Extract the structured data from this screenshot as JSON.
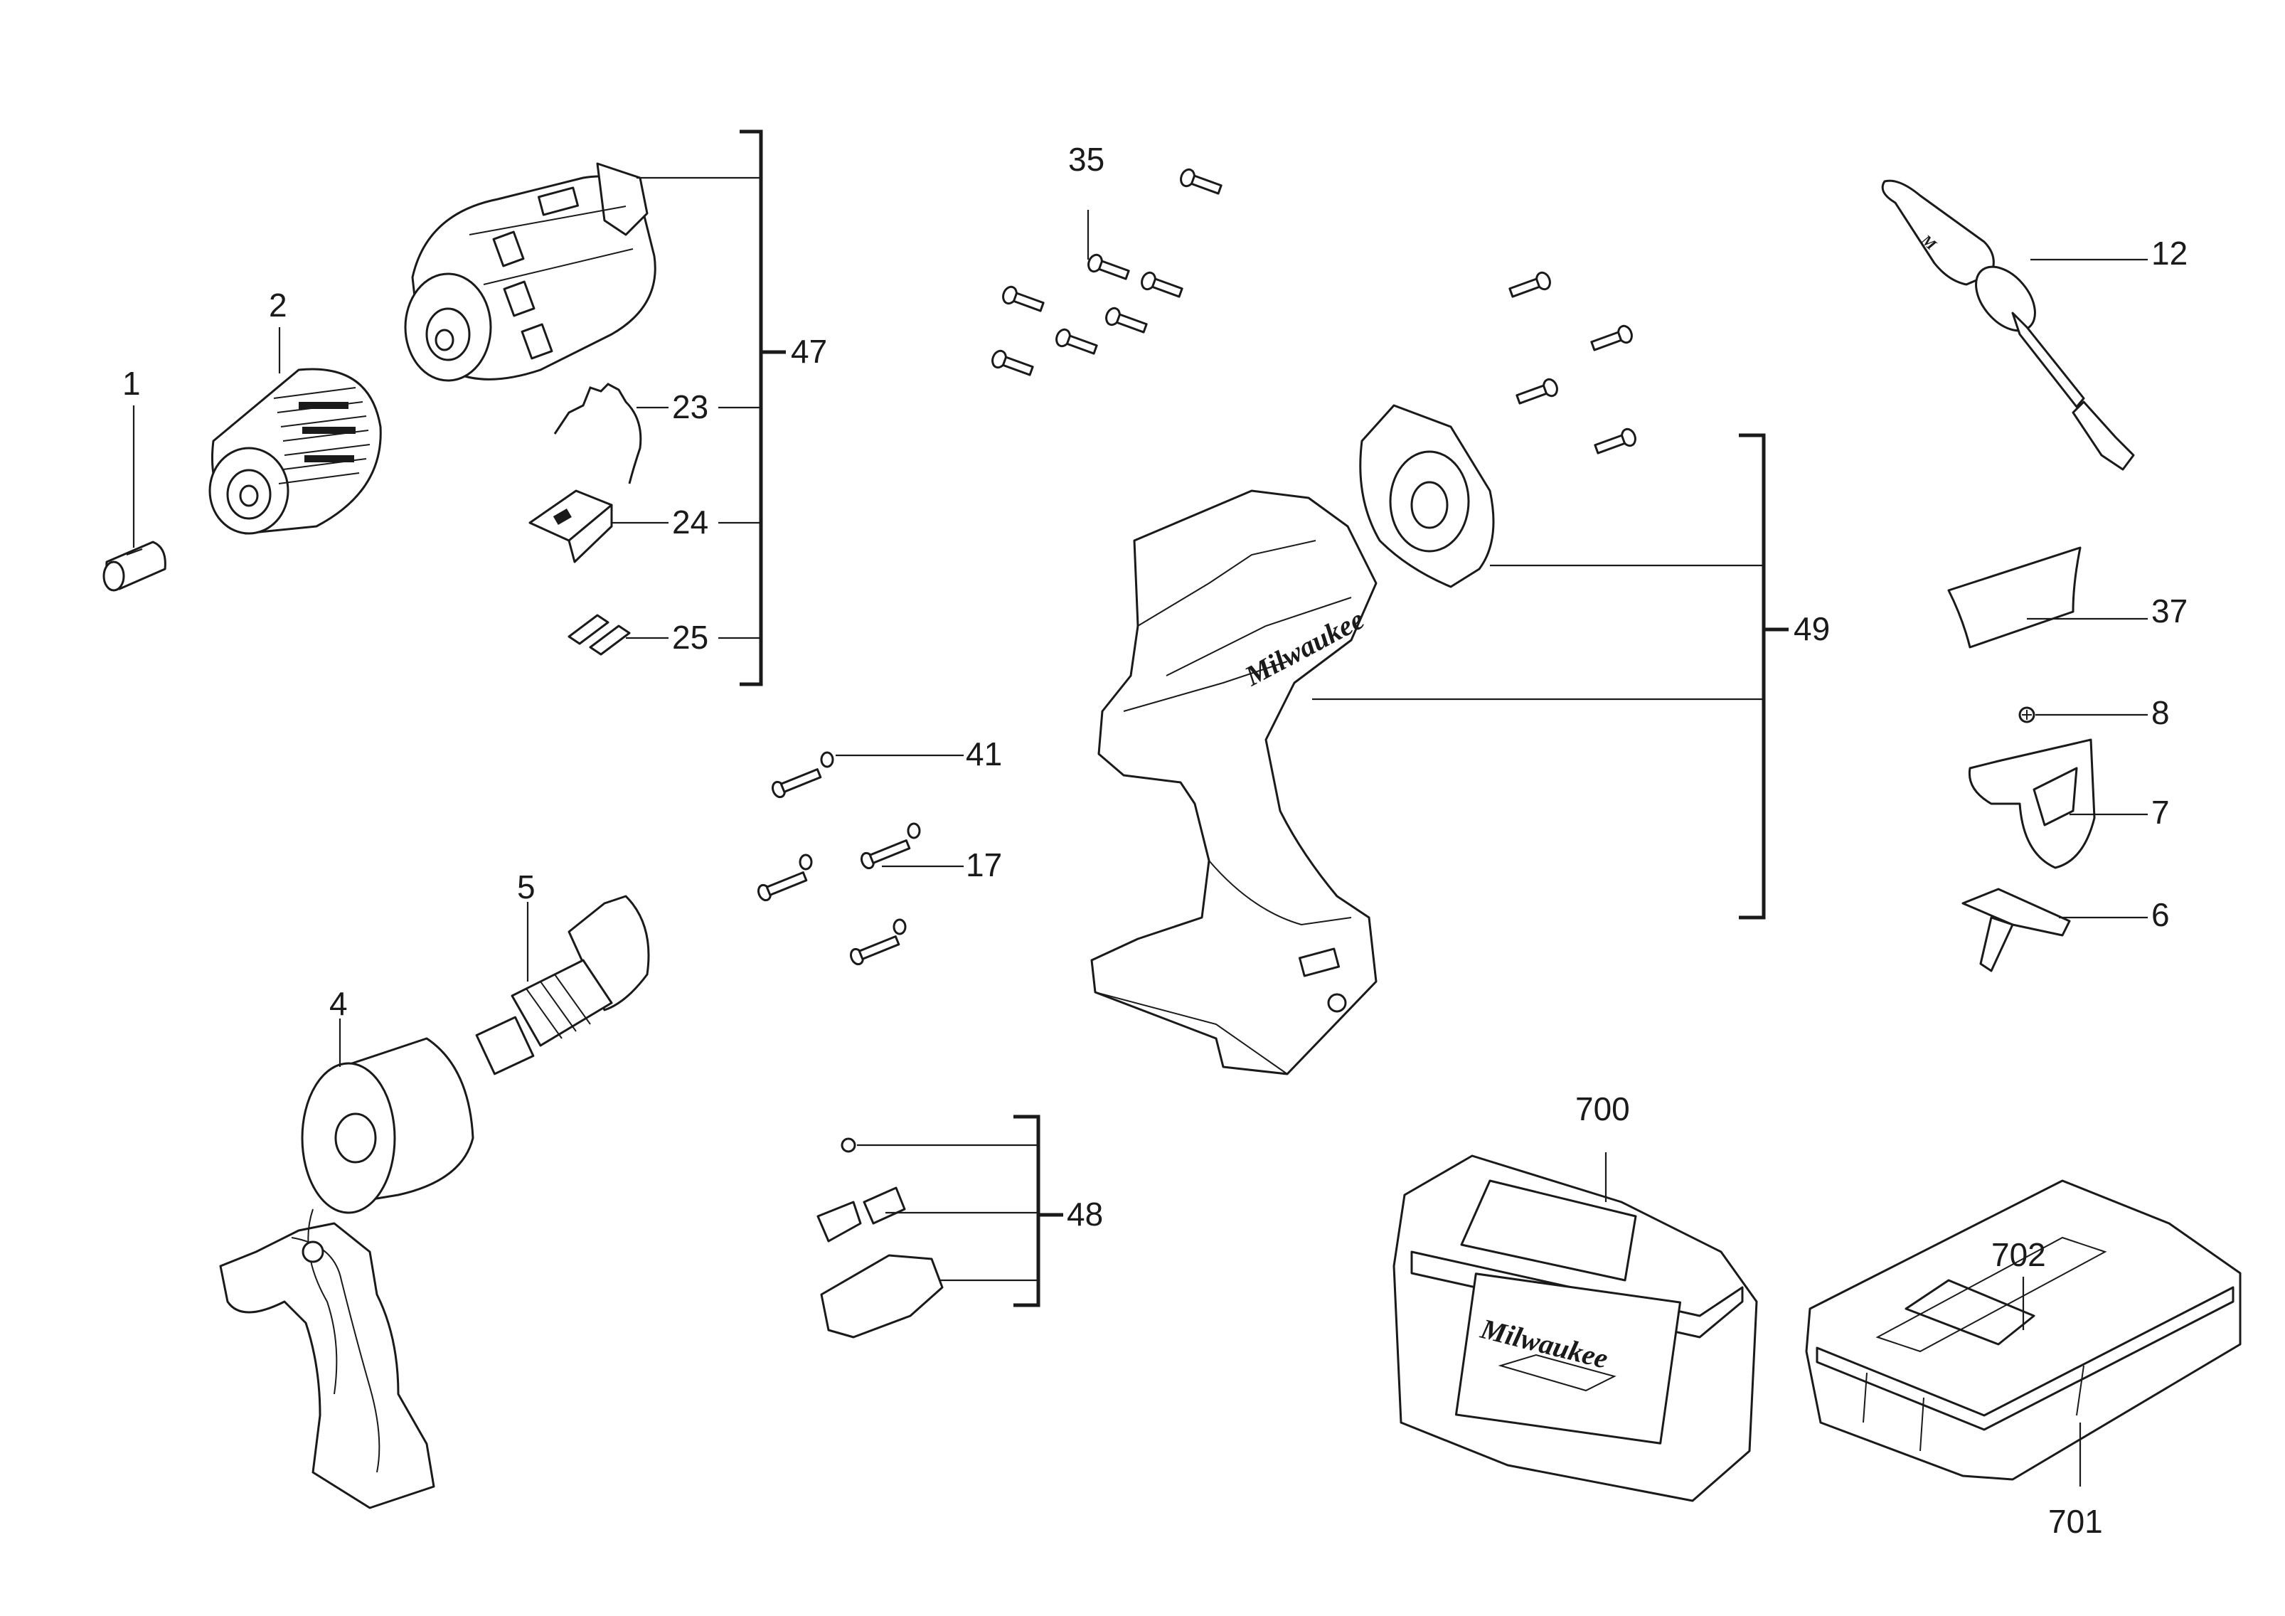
{
  "labels": {
    "p1": "1",
    "p2": "2",
    "p4": "4",
    "p5": "5",
    "p6": "6",
    "p7": "7",
    "p8": "8",
    "p12": "12",
    "p17": "17",
    "p23": "23",
    "p24": "24",
    "p25": "25",
    "p35": "35",
    "p37": "37",
    "p41": "41",
    "p47": "47",
    "p48": "48",
    "p49": "49",
    "p700": "700",
    "p701": "701",
    "p702": "702"
  },
  "brand": {
    "housing_logo": "Milwaukee",
    "case_logo": "Milwaukee"
  },
  "colors": {
    "ink": "#1a1a1a",
    "paper": "#ffffff"
  }
}
